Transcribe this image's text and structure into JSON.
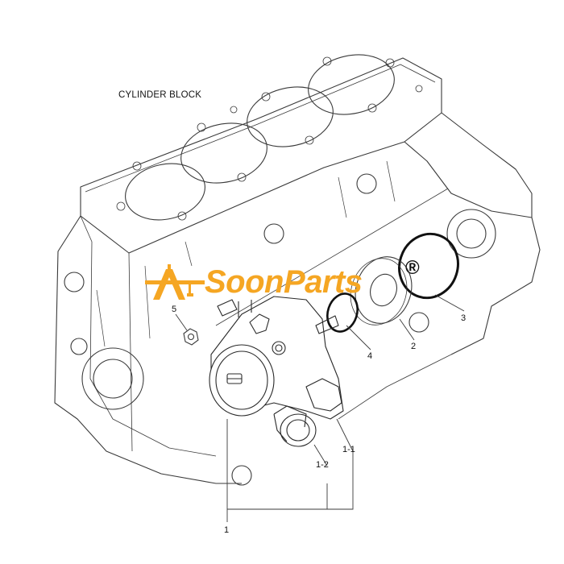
{
  "diagram": {
    "title": "CYLINDER BLOCK",
    "callouts": {
      "part_1": "1",
      "part_1_1": "1-1",
      "part_1_2": "1-2",
      "part_2": "2",
      "part_3": "3",
      "part_4": "4",
      "part_5": "5"
    }
  },
  "watermark": {
    "text": "SoonParts",
    "registered_mark": "®"
  },
  "colors": {
    "line": "#3a3a3a",
    "watermark": "#f5a623",
    "background": "#ffffff"
  }
}
